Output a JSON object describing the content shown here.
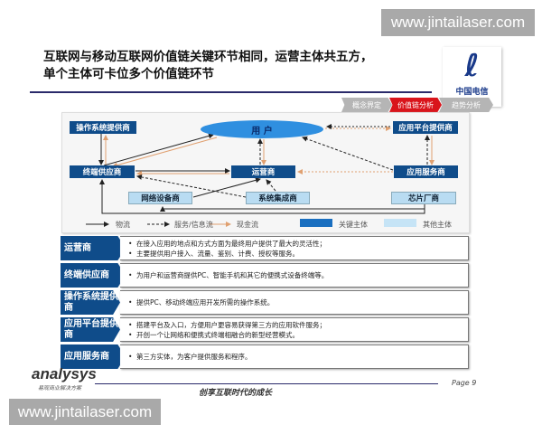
{
  "watermark": "www.jintailaser.com",
  "title": {
    "line1": "互联网与移动互联网价值链关键环节相同，运营主体共五方，",
    "line2": "单个主体可卡位多个价值链环节"
  },
  "logo": {
    "text": "中国电信"
  },
  "nav_tabs": [
    {
      "label": "概念界定",
      "color": "#b5b5b5"
    },
    {
      "label": "价值链分析",
      "color": "#d9141b",
      "active": true
    },
    {
      "label": "趋势分析",
      "color": "#b5b5b5"
    }
  ],
  "diagram": {
    "nodes": {
      "user": "用 户",
      "os": "操作系统提供商",
      "platform": "应用平台提供商",
      "terminal": "终端供应商",
      "operator": "运营商",
      "app_service": "应用服务商",
      "network": "网络设备商",
      "integrator": "系统集成商",
      "chip": "芯片厂商"
    },
    "legend": {
      "logistics": "物流",
      "service": "服务/信息流",
      "cash": "现金流",
      "key": "关键主体",
      "other": "其他主体"
    },
    "colors": {
      "key": "#0f4c8a",
      "other": "#b9dcf2",
      "user": "#2f8fe0",
      "cash": "#e0a070"
    }
  },
  "rows": [
    {
      "label": "运营商",
      "bullets": [
        "在接入应用的地点和方式方面为最终用户提供了最大的灵活性；",
        "主要提供用户接入、流量、鉴别、计费、授权等服务。"
      ]
    },
    {
      "label": "终端供应商",
      "bullets": [
        "为用户和运营商提供PC、智能手机和其它的便携式设备终端等。"
      ]
    },
    {
      "label": "操作系统提供商",
      "bullets": [
        "提供PC、移动终端应用开发所需的操作系统。"
      ]
    },
    {
      "label": "应用平台提供商",
      "bullets": [
        "搭建平台及入口，方便用户更容易获得第三方的应用软件服务；",
        "开创一个让网络和便携式终端相融合的新型经营模式。"
      ]
    },
    {
      "label": "应用服务商",
      "bullets": [
        "第三方实体，为客户提供服务和程序。"
      ]
    }
  ],
  "footer": {
    "brand": "analysys",
    "brand_sub": "易观商业解决方案",
    "slogan": "创享互联时代的成长",
    "page": "Page 9"
  }
}
